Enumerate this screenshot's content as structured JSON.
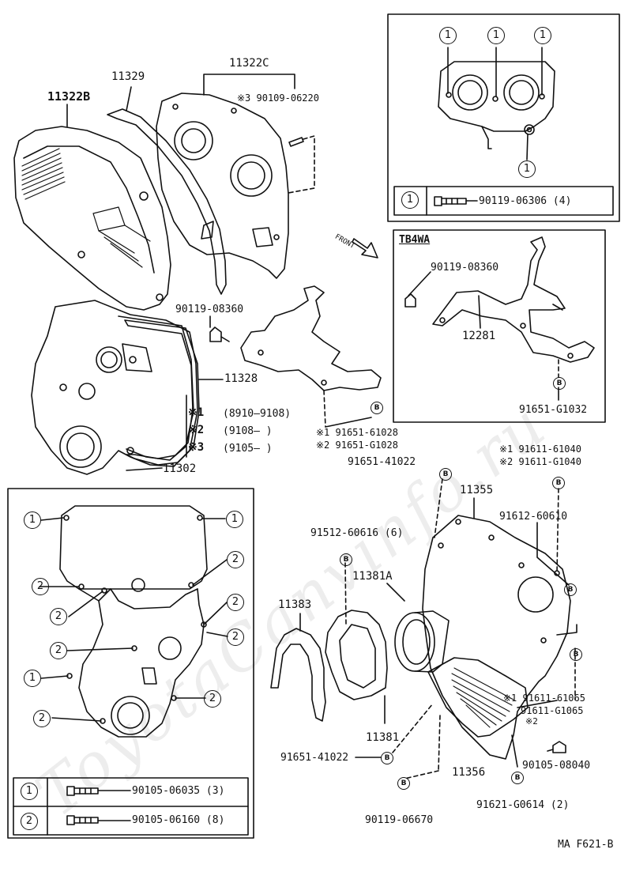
{
  "watermark": "ToyotaCanvinfo.ru",
  "main_diagram": {
    "part_11322B": "11322B",
    "part_11329": "11329",
    "part_11322C": "11322C",
    "note_90109_06220": "※3 90109-06220",
    "part_90119_08360_a": "90119-08360",
    "part_11328": "11328",
    "part_11302": "11302",
    "period_notes": [
      {
        "mark": "※1",
        "range": "(8910–9108)"
      },
      {
        "mark": "※2",
        "range": "(9108–      )"
      },
      {
        "mark": "※3",
        "range": "(9105–      )"
      }
    ],
    "bolt_b_a": "B",
    "note_91651_61028": "※1 91651-61028",
    "note_91651_G1028": "※2 91651-G1028",
    "front_label": "FRONT"
  },
  "inset_top": {
    "callout": "1",
    "legend_circle": "1",
    "legend_part": "90119-06306 (4)"
  },
  "inset_tb4wa": {
    "title": "TB4WA",
    "part_90119_08360": "90119-08360",
    "part_12281": "12281",
    "bolt": "B",
    "part_91651_G1032": "91651-G1032"
  },
  "inset_left": {
    "callout_1": "1",
    "callout_2": "2",
    "legend": [
      {
        "circle": "1",
        "part": "90105-06035 (3)"
      },
      {
        "circle": "2",
        "part": "90105-06160 (8)"
      }
    ]
  },
  "rear_plate": {
    "part_91651_41022_top": "91651-41022",
    "note_91611_61040": "※1 91611-61040",
    "note_91611_G1040": "※2 91611-G1040",
    "part_11355": "11355",
    "part_91612_60610": "91612-60610",
    "part_91512_60616": "91512-60616 (6)",
    "part_11381A": "11381A",
    "part_11383": "11383",
    "part_11381": "11381",
    "part_91611_61065": "※1 91611-61065",
    "part_91611_G1065": "91611-G1065",
    "mark_2": "※2",
    "part_91651_41022_bot": "91651-41022",
    "part_11356": "11356",
    "part_90105_08040": "90105-08040",
    "part_90119_06670": "90119-06670",
    "part_91621_G0614": "91621-G0614 (2)",
    "bolt": "B"
  },
  "footer_code": "MA F621-B"
}
